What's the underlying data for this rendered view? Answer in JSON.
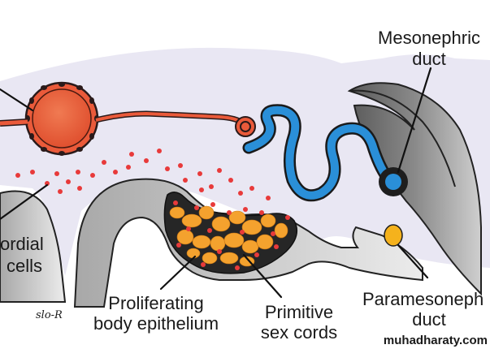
{
  "labels": {
    "mesonephric": [
      "Mesonephric",
      "duct"
    ],
    "primordial": [
      "ordial",
      "cells"
    ],
    "proliferating": [
      "Proliferating",
      "body epithelium"
    ],
    "primitive": [
      "Primitive",
      "sex cords"
    ],
    "paramesonephric": [
      "Paramesoneph",
      "duct"
    ]
  },
  "signature": "slo-R",
  "watermark": "muhadharaty.com",
  "colors": {
    "background_lavender": "#e9e7f3",
    "glomerulus_red": "#ea5a3a",
    "tubule_blue": "#2a8fd8",
    "gray_tissue": "#7a7a7a",
    "dark_epithelium": "#262626",
    "sex_cord_orange": "#f4a22e",
    "germ_cell_red": "#e83a3a",
    "paramesonephric_yellow": "#f5b21c"
  }
}
